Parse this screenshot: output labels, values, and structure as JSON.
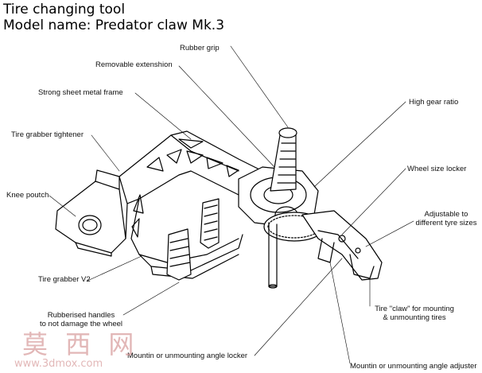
{
  "header": {
    "title": "Tire changing tool",
    "model": "Model name: Predator claw Mk.3"
  },
  "labels": {
    "rubber_grip": "Rubber grip",
    "removable_extension": "Removable extenshion",
    "sheet_metal_frame": "Strong sheet metal frame",
    "high_gear_ratio": "High gear ratio",
    "tire_grabber_tightener": "Tire grabber tightener",
    "wheel_size_locker": "Wheel size locker",
    "knee_pouch": "Knee poutch",
    "adjustable_line1": "Adjustable to",
    "adjustable_line2": "different tyre sizes",
    "tire_grabber_v2": "Tire grabber V2",
    "rubberised_line1": "Rubberised  handles",
    "rubberised_line2": "to not damage the wheel",
    "tire_claw_line1": "Tire \"claw\" for mounting",
    "tire_claw_line2": "& unmounting tires",
    "angle_locker": "Mountin or unmounting angle locker",
    "angle_adjuster": "Mountin or unmounting angle adjuster"
  },
  "watermark": {
    "chars": "莫 西 网",
    "site": "www.3dmox.com"
  },
  "colors": {
    "line": "#000000",
    "watermark": "#d9a0a0"
  }
}
